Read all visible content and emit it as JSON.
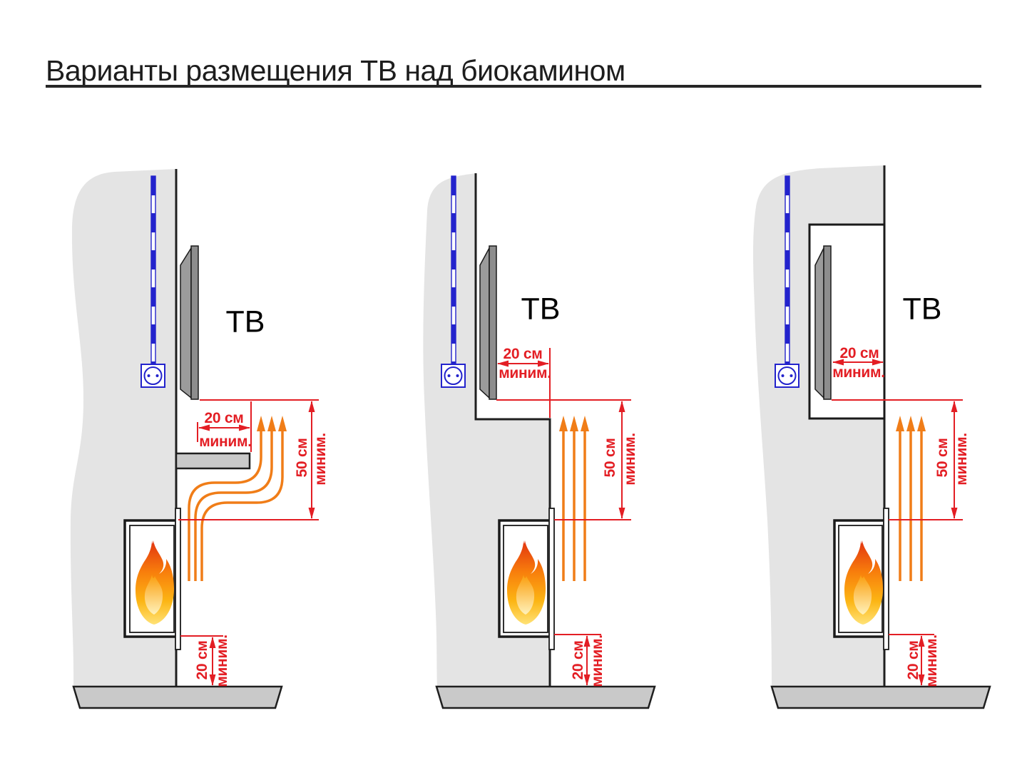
{
  "title": "Варианты размещения ТВ над биокамином",
  "colors": {
    "dimension_red": "#e31e24",
    "heat_arrow_orange": "#f07d18",
    "cable_blue": "#2323cc",
    "wall_gray": "#e4e4e4",
    "slab_gray": "#c9c9c9",
    "tv_gray": "#8d8d8d"
  },
  "icons": {
    "outlet": "power-outlet-icon",
    "cable": "power-cable-dashed",
    "flame": "flame-icon",
    "tv": "tv-side-view",
    "heat": "heat-flow-arrows"
  },
  "diagrams": [
    {
      "tv_label": "ТВ",
      "dims": {
        "top": {
          "value": "20 см",
          "qualifier": "миним."
        },
        "side": {
          "value": "50 см",
          "qualifier": "миним."
        },
        "bottom": {
          "value": "20 см",
          "qualifier": "миним."
        }
      }
    },
    {
      "tv_label": "ТВ",
      "dims": {
        "top": {
          "value": "20 см",
          "qualifier": "миним."
        },
        "side": {
          "value": "50 см",
          "qualifier": "миним."
        },
        "bottom": {
          "value": "20 см",
          "qualifier": "миним."
        }
      }
    },
    {
      "tv_label": "ТВ",
      "dims": {
        "top": {
          "value": "20 см",
          "qualifier": "миним."
        },
        "side": {
          "value": "50 см",
          "qualifier": "миним."
        },
        "bottom": {
          "value": "20 см",
          "qualifier": "миним."
        }
      }
    }
  ]
}
